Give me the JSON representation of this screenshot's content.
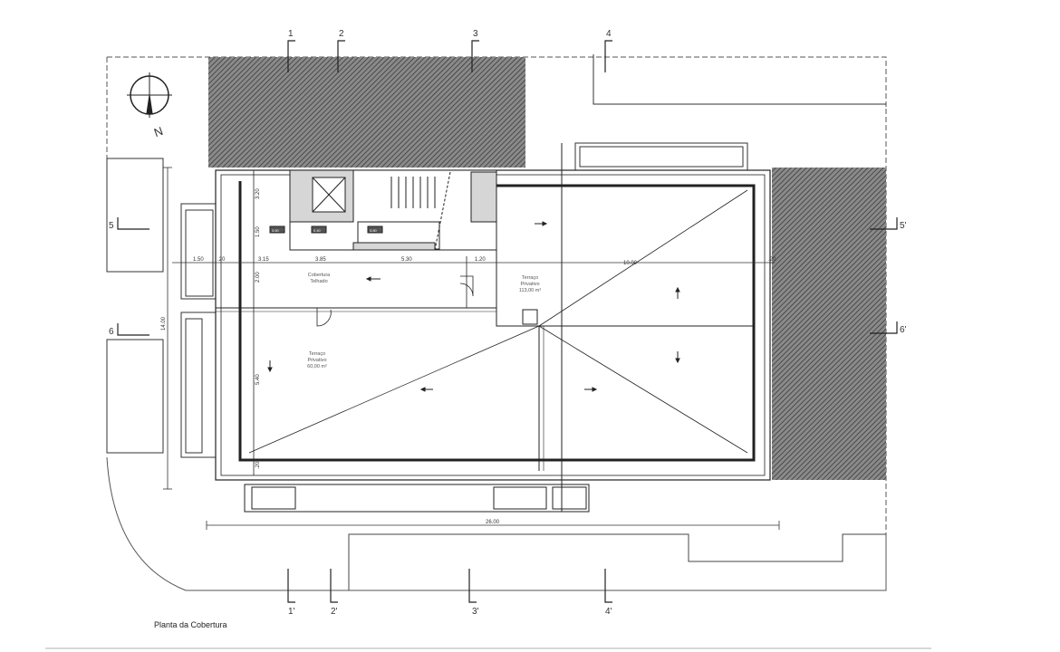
{
  "drawing": {
    "caption": "Planta da Cobertura",
    "north_label": "N",
    "sections_top": [
      "1",
      "2",
      "3",
      "4"
    ],
    "sections_bottom": [
      "1'",
      "2'",
      "3'",
      "4'"
    ],
    "sections_left": [
      "5",
      "6"
    ],
    "sections_right": [
      "5'",
      "6'"
    ],
    "dimensions": {
      "row": [
        "1.50",
        ".20",
        "3.15",
        "3.85",
        "5.30",
        "1.20",
        "10.00",
        ".20"
      ],
      "overall_width": "26.00",
      "left_overall": "14.00",
      "core_vertical": [
        "3.20",
        "1.50",
        "2.00",
        "5.40",
        ".20"
      ]
    },
    "core_labels": [
      "3.60",
      "0.40",
      "3.80"
    ],
    "rooms": [
      {
        "line1": "Cobertura",
        "line2": "Telhado"
      },
      {
        "line1": "Terraço",
        "line2": "Privativo",
        "line3": "113,00 m²"
      },
      {
        "line1": "Terraço",
        "line2": "Privativo",
        "line3": "60,00 m²"
      }
    ],
    "colors": {
      "line": "#222222",
      "hatch": "#555555",
      "fill_grey": "#d6d6d6"
    }
  }
}
